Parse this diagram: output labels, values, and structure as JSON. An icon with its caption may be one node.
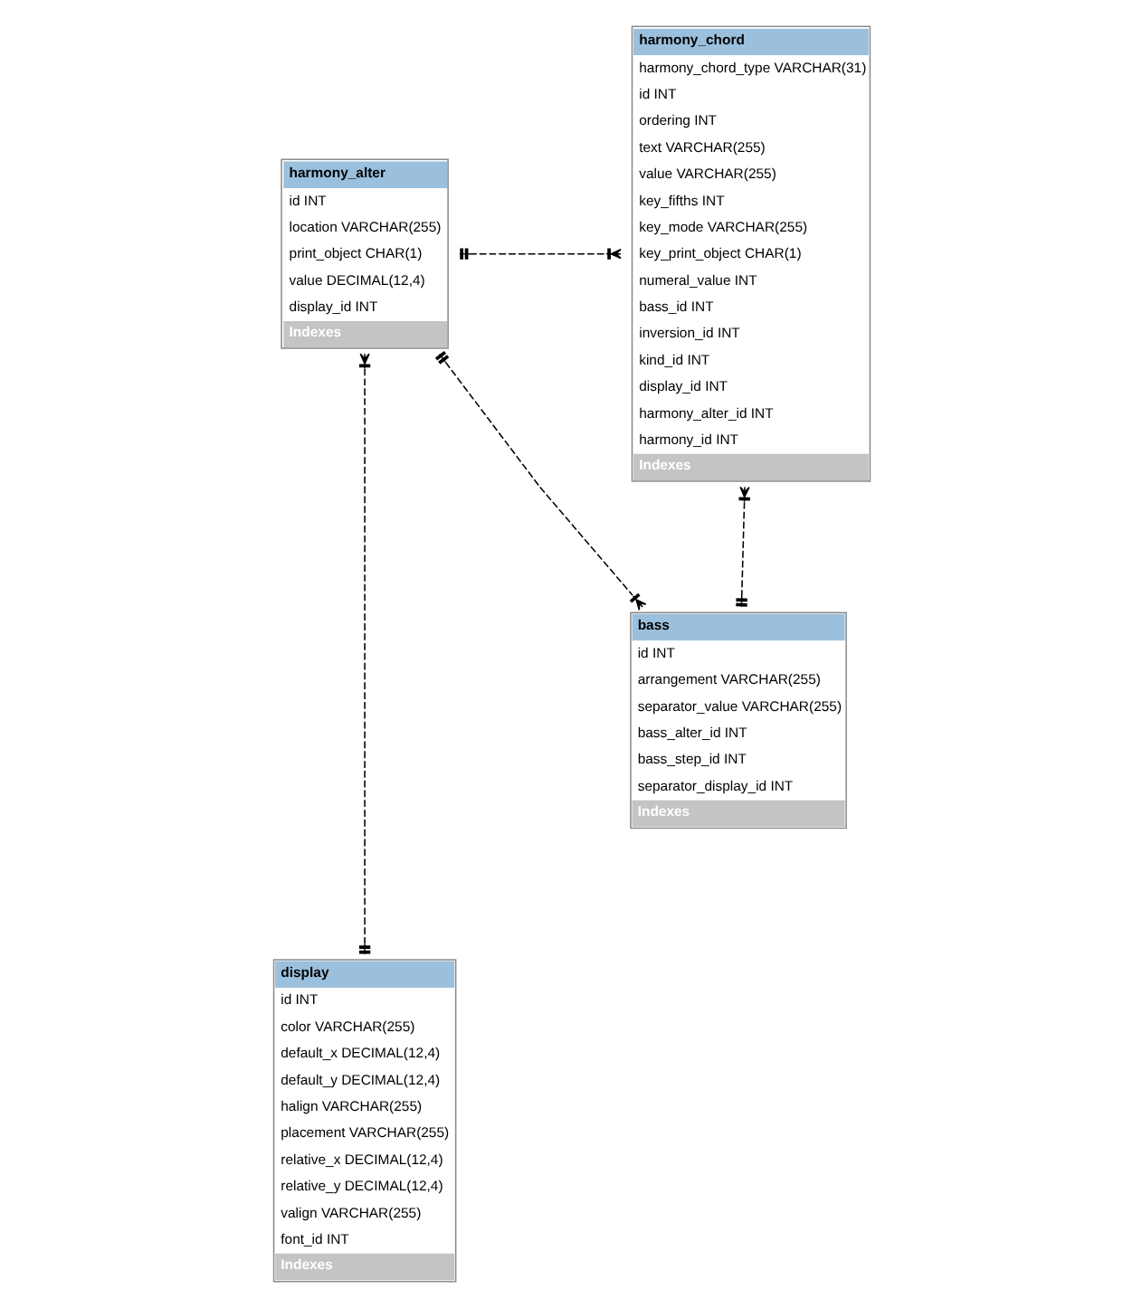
{
  "diagram": {
    "nodes": [
      {
        "text": [
          "harmony_alter",
          "id INT",
          "location VARCHAR(255)",
          "print_object CHAR(1)",
          "value DECIMAL(12,4)",
          "display_id INT",
          "Indexes"
        ]
      },
      {
        "text": [
          "harmony_chord",
          "harmony_chord_type VARCHAR(31)",
          "id INT",
          "ordering INT",
          "text VARCHAR(255)",
          "value VARCHAR(255)",
          "key_fifths INT",
          "key_mode VARCHAR(255)",
          "key_print_object CHAR(1)",
          "numeral_value INT",
          "bass_id INT",
          "inversion_id INT",
          "kind_id INT",
          "display_id INT",
          "harmony_alter_id INT",
          "harmony_id INT",
          "Indexes"
        ]
      },
      {
        "text": [
          "bass",
          "id INT",
          "arrangement VARCHAR(255)",
          "separator_value VARCHAR(255)",
          "bass_alter_id INT",
          "bass_step_id INT",
          "separator_display_id INT",
          "Indexes"
        ]
      },
      {
        "text": [
          "display",
          "id INT",
          "color VARCHAR(255)",
          "default_x DECIMAL(12,4)",
          "default_y DECIMAL(12,4)",
          "halign VARCHAR(255)",
          "placement VARCHAR(255)",
          "relative_x DECIMAL(12,4)",
          "relative_y DECIMAL(12,4)",
          "valign VARCHAR(255)",
          "font_id INT",
          "Indexes"
        ]
      }
    ],
    "edges": [
      {
        "from": 0,
        "to": 1,
        "arrow": "other",
        "style": "dashed"
      },
      {
        "from": 0,
        "to": 2,
        "arrow": "other",
        "style": "dashed"
      },
      {
        "from": 0,
        "to": 3,
        "arrow": "other",
        "style": "dashed"
      },
      {
        "from": 2,
        "to": 1,
        "arrow": "other",
        "style": "dashed"
      }
    ]
  }
}
